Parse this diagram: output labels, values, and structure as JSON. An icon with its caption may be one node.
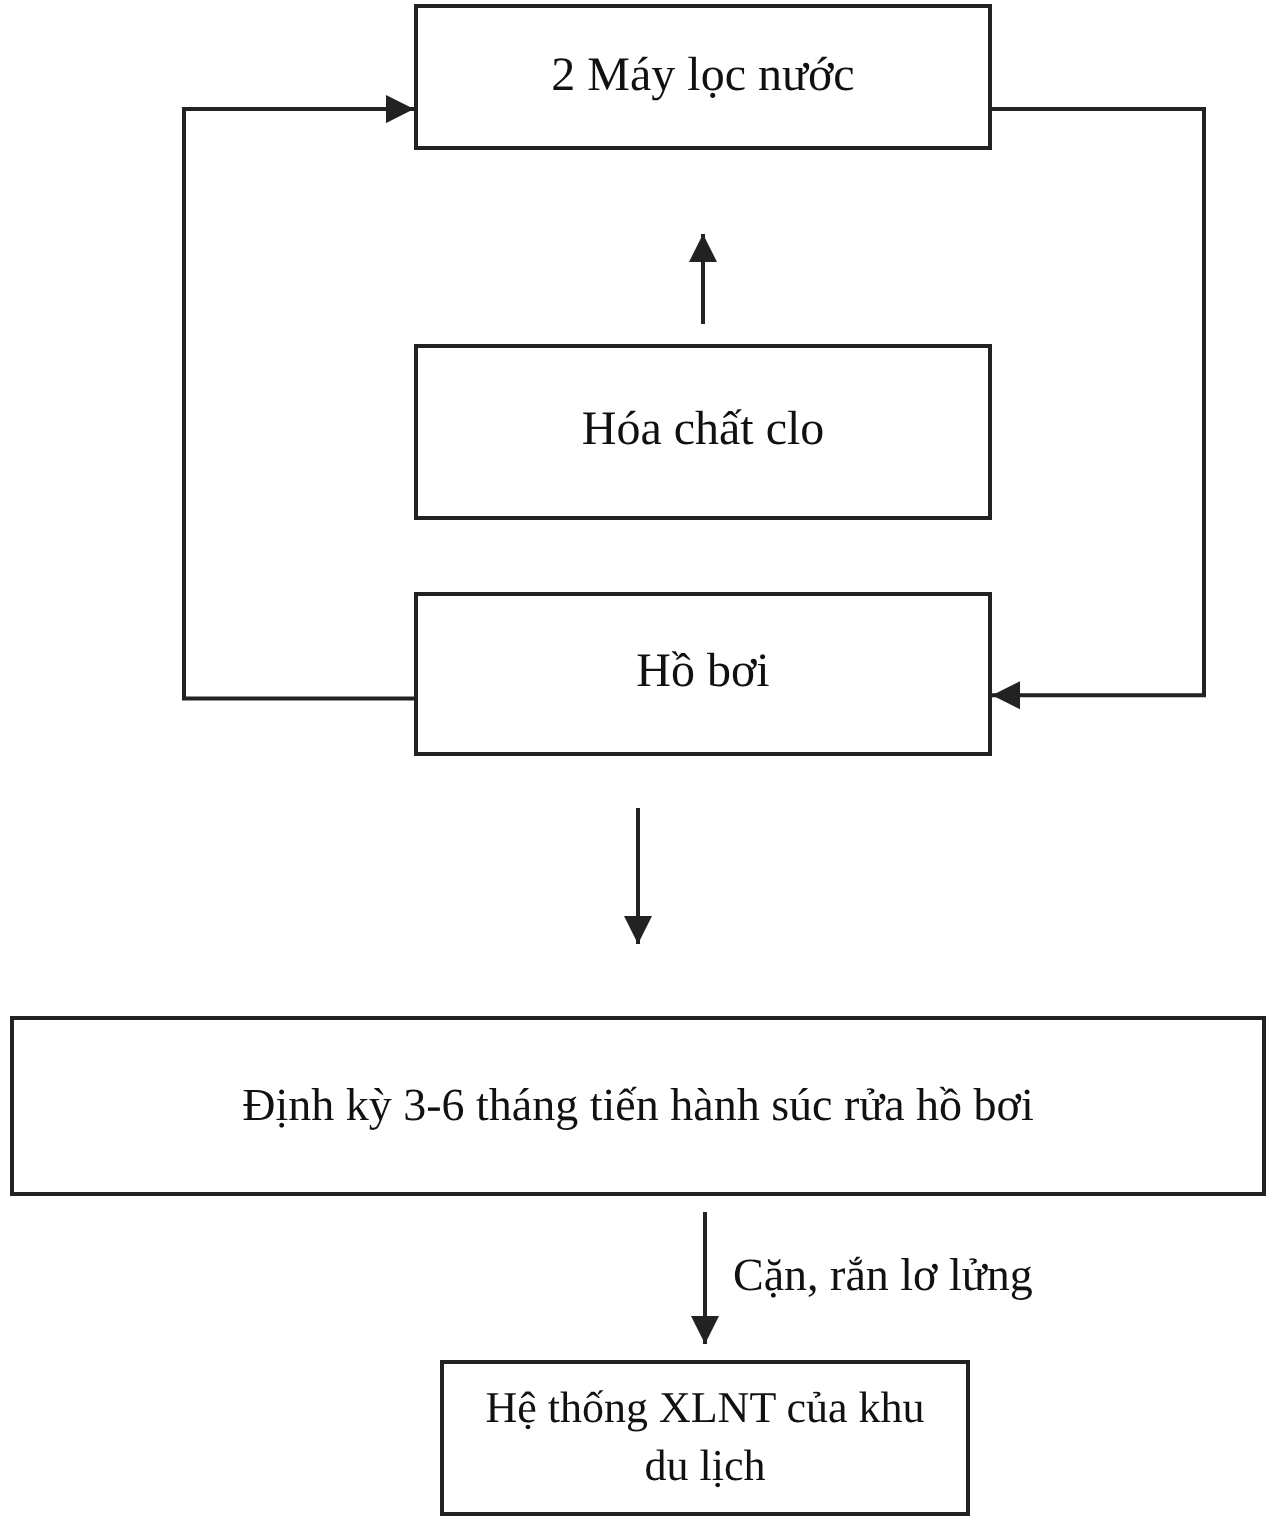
{
  "diagram": {
    "nodes": [
      {
        "text": [
          "2 Máy lọc nước"
        ]
      },
      {
        "text": [
          "Hóa chất clo"
        ]
      },
      {
        "text": [
          "Hồ bơi"
        ]
      },
      {
        "text": [
          "Định kỳ 3-6 tháng tiến hành súc rửa hồ bơi"
        ]
      },
      {
        "text": [
          "Hệ thống XLNT của khu du lịch"
        ]
      }
    ],
    "edges": [
      {
        "from": 1,
        "to": 0,
        "arrow": "to"
      },
      {
        "from": 2,
        "to": 0,
        "arrow": "to"
      },
      {
        "from": 0,
        "to": 2,
        "arrow": "to"
      },
      {
        "from": 2,
        "to": 3,
        "arrow": "to"
      },
      {
        "from": 3,
        "to": 4,
        "arrow": "to",
        "label": "Cặn,  rắn lơ lửng"
      }
    ]
  }
}
